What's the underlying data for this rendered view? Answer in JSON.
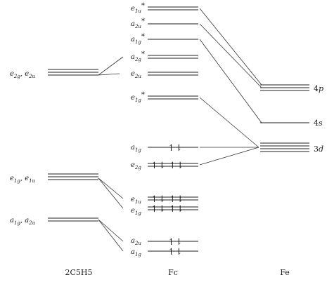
{
  "diagram": {
    "columns": {
      "left": "2C5H5",
      "middle": "Fc",
      "right": "Fe"
    },
    "ligand_levels": [
      {
        "id": "lig-e2",
        "label_a": "e",
        "sub_a": "2g",
        "label_b": "e",
        "sub_b": "2u"
      },
      {
        "id": "lig-e1",
        "label_a": "e",
        "sub_a": "1g",
        "label_b": "e",
        "sub_b": "1u"
      },
      {
        "id": "lig-a",
        "label_a": "a",
        "sub_a": "1g",
        "label_b": "a",
        "sub_b": "2u"
      }
    ],
    "fc_levels": [
      {
        "id": "fc-e1u-star",
        "label": "e",
        "sub": "1u",
        "star": "*",
        "electrons": ""
      },
      {
        "id": "fc-a2u-star",
        "label": "a",
        "sub": "2u",
        "star": "*",
        "electrons": ""
      },
      {
        "id": "fc-a1g-star",
        "label": "a",
        "sub": "1g",
        "star": "*",
        "electrons": ""
      },
      {
        "id": "fc-a2g-star",
        "label": "a",
        "sub": "2g",
        "star": "*",
        "electrons": ""
      },
      {
        "id": "fc-e2u",
        "label": "e",
        "sub": "2u",
        "star": "",
        "electrons": ""
      },
      {
        "id": "fc-e1g-star",
        "label": "e",
        "sub": "1g",
        "star": "*",
        "electrons": ""
      },
      {
        "id": "fc-a1g",
        "label": "a",
        "sub": "1g",
        "star": "",
        "electrons": "↿⇂"
      },
      {
        "id": "fc-e2g",
        "label": "e",
        "sub": "2g",
        "star": "",
        "electrons": "↿⇂   ↿⇂"
      },
      {
        "id": "fc-e1u",
        "label": "e",
        "sub": "1u",
        "star": "",
        "electrons": "↿⇂   ↿⇂"
      },
      {
        "id": "fc-e1g",
        "label": "e",
        "sub": "1g",
        "star": "",
        "electrons": "↿⇂   ↿⇂"
      },
      {
        "id": "fc-a2u",
        "label": "a",
        "sub": "2u",
        "star": "",
        "electrons": "↿⇂"
      },
      {
        "id": "fc-a1g-low",
        "label": "a",
        "sub": "1g",
        "star": "",
        "electrons": "↿⇂"
      }
    ],
    "fe_levels": [
      {
        "id": "fe-4p",
        "label": "4",
        "italic": "p"
      },
      {
        "id": "fe-4s",
        "label": "4",
        "italic": "s"
      },
      {
        "id": "fe-3d",
        "label": "3",
        "italic": "d"
      }
    ]
  }
}
